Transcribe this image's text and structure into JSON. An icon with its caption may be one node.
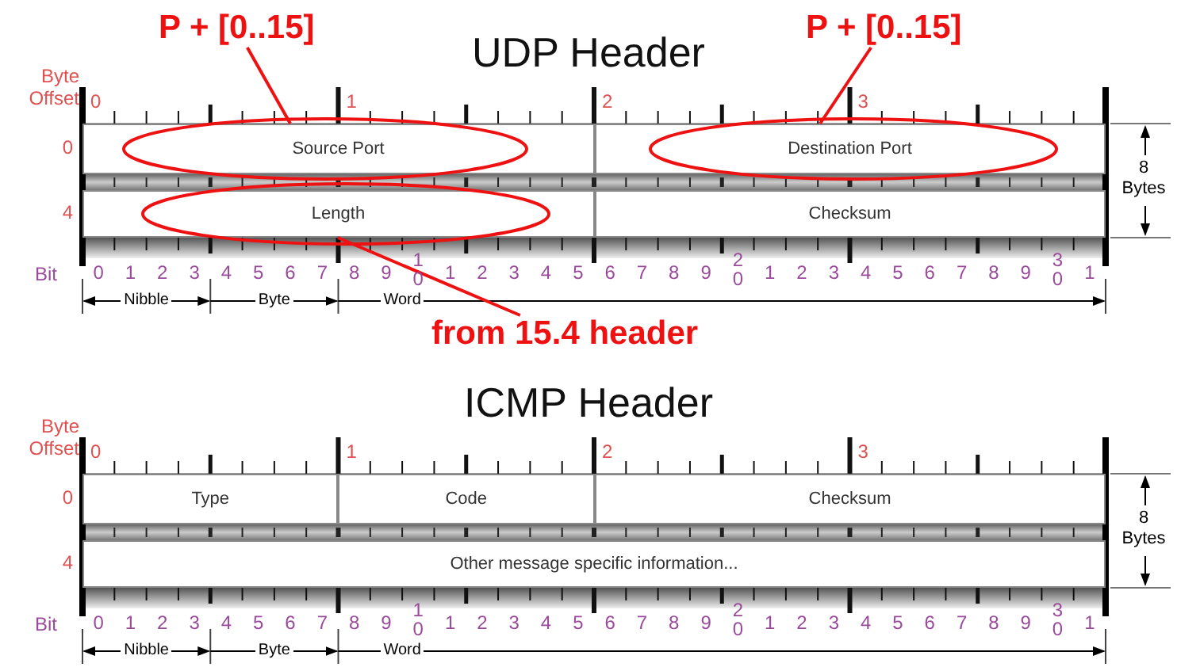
{
  "diagram": {
    "nodes": [
      {
        "text": [
          "P + [0..15]"
        ]
      },
      {
        "text": [
          "P + [0..15]"
        ]
      },
      {
        "text": [
          "Source Port"
        ]
      },
      {
        "text": [
          "Destination Port"
        ]
      },
      {
        "text": [
          "Length"
        ]
      },
      {
        "text": [
          "Checksum"
        ]
      },
      {
        "text": [
          "from 15.4 header"
        ]
      },
      {
        "text": [
          "Type"
        ]
      },
      {
        "text": [
          "Code"
        ]
      },
      {
        "text": [
          "Checksum"
        ]
      },
      {
        "text": [
          "Other message specific information..."
        ]
      }
    ],
    "edges": [
      {
        "from": 0,
        "to": 2,
        "arrow": "none"
      },
      {
        "from": 1,
        "to": 3,
        "arrow": "none"
      },
      {
        "from": 6,
        "to": 4,
        "arrow": "none"
      }
    ],
    "labels": [
      "UDP Header",
      "Byte Offset",
      "0",
      "1",
      "2",
      "3",
      "0",
      "4",
      "Bit",
      "0",
      "1",
      "2",
      "3",
      "4",
      "5",
      "6",
      "7",
      "8",
      "9",
      "10",
      "1",
      "2",
      "3",
      "4",
      "5",
      "6",
      "7",
      "8",
      "9",
      "20",
      "1",
      "2",
      "3",
      "4",
      "5",
      "6",
      "7",
      "8",
      "9",
      "30",
      "1",
      "Nibble",
      "Byte",
      "Word",
      "8 Bytes",
      "ICMP Header",
      "Byte Offset",
      "0",
      "1",
      "2",
      "3",
      "0",
      "4",
      "Bit",
      "0",
      "1",
      "2",
      "3",
      "4",
      "5",
      "6",
      "7",
      "8",
      "9",
      "10",
      "1",
      "2",
      "3",
      "4",
      "5",
      "6",
      "7",
      "8",
      "9",
      "20",
      "1",
      "2",
      "3",
      "4",
      "5",
      "6",
      "7",
      "8",
      "9",
      "30",
      "1",
      "Nibble",
      "Byte",
      "Word",
      "8 Bytes"
    ]
  }
}
